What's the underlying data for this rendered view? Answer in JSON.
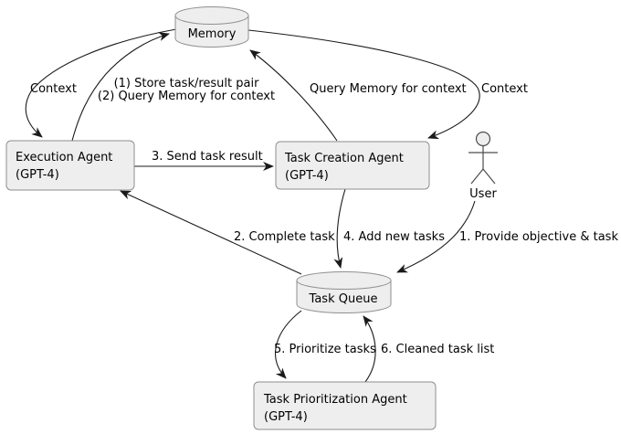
{
  "diagram": {
    "type": "agent-architecture-flow-diagram",
    "colors": {
      "node_fill": "#eeeeee",
      "node_border": "#8f8f8f",
      "edge": "#1a1a1a",
      "text": "#000000",
      "background": "#ffffff"
    },
    "nodes": {
      "memory": {
        "label": "Memory",
        "shape": "database-cylinder"
      },
      "execution_agent": {
        "label": "Execution Agent",
        "sublabel": "(GPT-4)",
        "shape": "rectangle"
      },
      "task_creation_agent": {
        "label": "Task Creation Agent",
        "sublabel": "(GPT-4)",
        "shape": "rectangle"
      },
      "user": {
        "label": "User",
        "shape": "stick-figure-actor"
      },
      "task_queue": {
        "label": "Task Queue",
        "shape": "database-cylinder"
      },
      "task_prioritization_agent": {
        "label": "Task Prioritization Agent",
        "sublabel": "(GPT-4)",
        "shape": "rectangle"
      }
    },
    "edges": {
      "context_left": {
        "from": "memory",
        "to": "execution_agent",
        "label": "Context"
      },
      "store_query": {
        "from": "execution_agent",
        "to": "memory",
        "label_line1": "(1) Store task/result pair",
        "label_line2": "(2) Query Memory for context"
      },
      "query_memory": {
        "from": "task_creation_agent",
        "to": "memory",
        "label": "Query Memory for context"
      },
      "context_right": {
        "from": "memory",
        "to": "task_creation_agent",
        "label": "Context"
      },
      "send_task_result": {
        "from": "execution_agent",
        "to": "task_creation_agent",
        "label": "3. Send task result"
      },
      "complete_task": {
        "from": "task_queue",
        "to": "execution_agent",
        "label": "2. Complete task"
      },
      "add_new_tasks": {
        "from": "task_creation_agent",
        "to": "task_queue",
        "label": "4. Add new tasks"
      },
      "provide_objective": {
        "from": "user",
        "to": "task_queue",
        "label": "1. Provide objective & task"
      },
      "prioritize_tasks": {
        "from": "task_queue",
        "to": "task_prioritization_agent",
        "label": "5. Prioritize tasks"
      },
      "cleaned_task_list": {
        "from": "task_prioritization_agent",
        "to": "task_queue",
        "label": "6. Cleaned task list"
      }
    }
  }
}
